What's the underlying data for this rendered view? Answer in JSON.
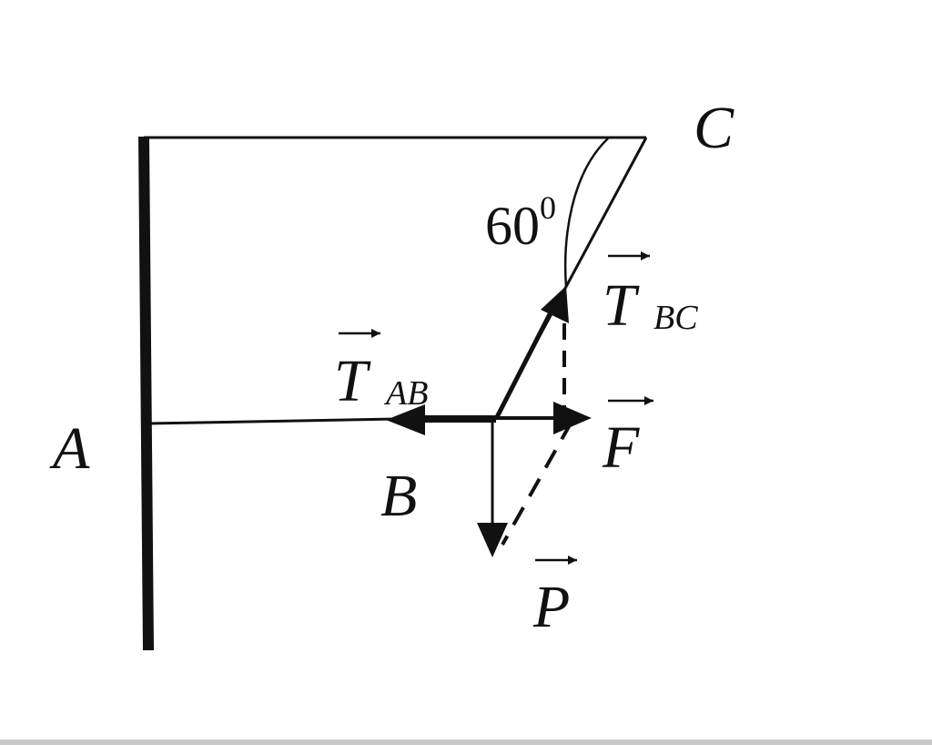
{
  "labels": {
    "point_a": "A",
    "point_b": "B",
    "point_c": "C",
    "angle_value": "60",
    "angle_superscript": "0",
    "force_t": "T",
    "force_t_ab_sub": "AB",
    "force_t_bc_sub": "BC",
    "force_f": "F",
    "force_p": "P"
  },
  "colors": {
    "ink": "#111111",
    "background": "#ffffff",
    "bottom_rule": "#c8c8c8"
  }
}
